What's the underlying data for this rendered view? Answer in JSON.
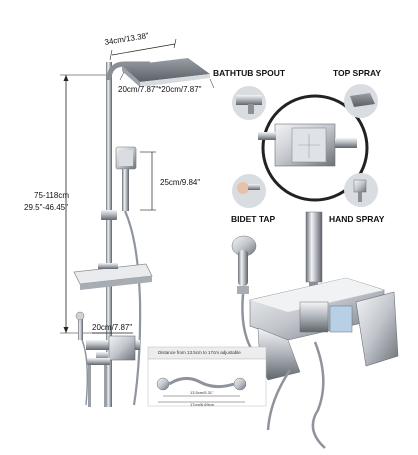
{
  "dimensions": {
    "head_width": "34cm/13.38\"",
    "head_depth": "20cm/7.87\"*20cm/7.87\"",
    "height_range": "75-118cm",
    "height_range_in": "29.5\"-46.45\"",
    "hand_spray_spacing": "25cm/9.84\"",
    "tap_length": "20cm/7.87\""
  },
  "callouts": {
    "bathtub_spout": "BATHTUB SPOUT",
    "top_spray": "TOP SPRAY",
    "bidet_tap": "BIDET TAP",
    "hand_spray": "HAND SPRAY"
  },
  "connector_note": "Distance from 13.5cm to 17cm adjustable",
  "connector_dim_top": "13.5cm/5.31\"",
  "connector_dim_bottom": "17cm/6.69cm",
  "colors": {
    "chrome_dark": "#5a5f66",
    "chrome_mid": "#a9aeb5",
    "chrome_light": "#eef0f2",
    "callout_ring": "#222222"
  }
}
